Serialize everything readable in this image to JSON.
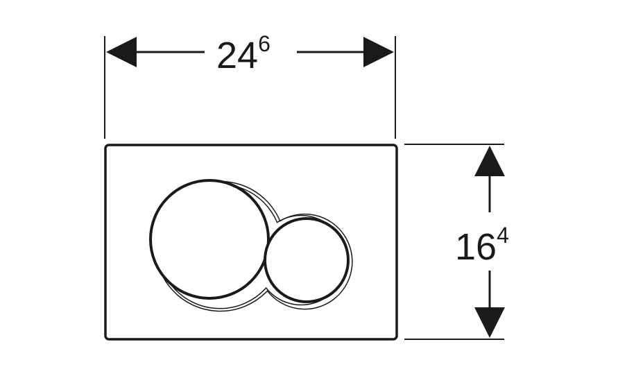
{
  "dimensions": {
    "width": {
      "value": "24",
      "superscript": "6"
    },
    "height": {
      "value": "16",
      "superscript": "4"
    }
  },
  "colors": {
    "line": "#1a1a1a",
    "background": "#ffffff"
  }
}
